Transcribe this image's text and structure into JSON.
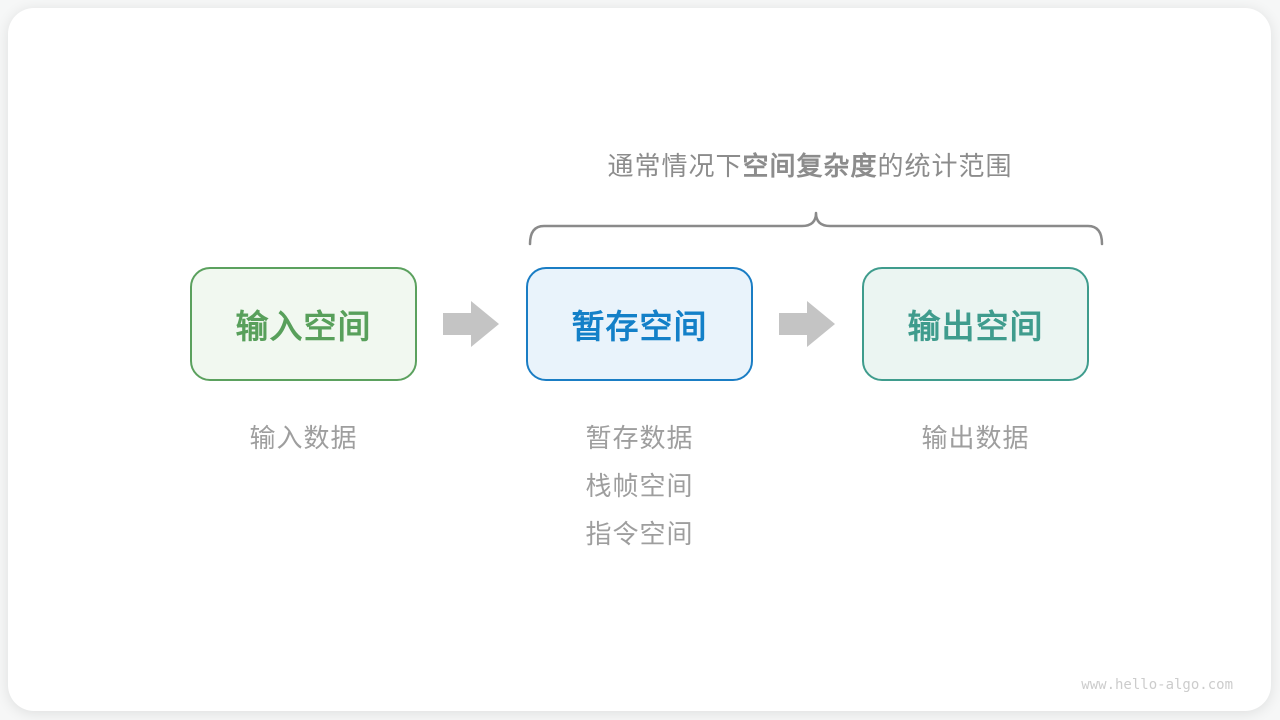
{
  "caption": {
    "prefix": "通常情况下",
    "bold": "空间复杂度",
    "suffix": "的统计范围"
  },
  "boxes": [
    {
      "id": "input-space",
      "label": "输入空间"
    },
    {
      "id": "temp-space",
      "label": "暂存空间"
    },
    {
      "id": "output-space",
      "label": "输出空间"
    }
  ],
  "notes": [
    {
      "lines": [
        "输入数据"
      ]
    },
    {
      "lines": [
        "暂存数据",
        "栈帧空间",
        "指令空间"
      ]
    },
    {
      "lines": [
        "输出数据"
      ]
    }
  ],
  "watermark": "www.hello-algo.com",
  "colors": {
    "green-border": "#5ba15e",
    "green-fill": "#f1f8f0",
    "green-text": "#58a05b",
    "blue-border": "#1a7dc4",
    "blue-fill": "#e9f3fb",
    "blue-text": "#1380c8",
    "teal-border": "#3f9c8d",
    "teal-fill": "#ebf5f2",
    "teal-text": "#3f9c8d",
    "arrow-color": "#c4c4c4",
    "brace-color": "#8a8a8a",
    "caption-color": "#8c8c8c",
    "note-color": "#9e9e9e",
    "watermark-color": "#cccccc"
  }
}
